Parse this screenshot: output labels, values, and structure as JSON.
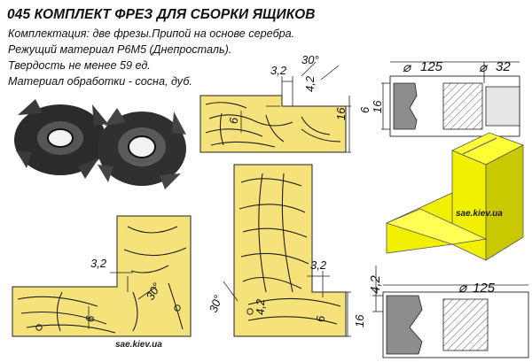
{
  "header": {
    "title": "045 КОМПЛЕКТ ФРЕЗ ДЛЯ СБОРКИ ЯЩИКОВ",
    "specs": [
      "Комплектация: две фрезы.Припой на основе серебра.",
      "Режущий материал Р6М5 (Днепросталь).",
      "Твердость не менее 59 ед.",
      "Материал обработки - сосна, дуб."
    ]
  },
  "dimensions": {
    "top_joint": {
      "width": "3,2",
      "angle": "30°",
      "depth": "4,2",
      "height": "16",
      "thickness": "6"
    },
    "top_cutter": {
      "diameter": "125",
      "bore": "32",
      "height": "16",
      "thickness": "6"
    },
    "left_joint": {
      "width": "3,2",
      "angle": "30°",
      "thickness": "6"
    },
    "center_joint": {
      "angle": "30°",
      "width": "3,2",
      "depth": "4,2",
      "thickness": "6",
      "height": "16"
    },
    "bottom_cutter": {
      "depth": "4,2",
      "diameter": "125"
    }
  },
  "watermarks": [
    "sae.kiev.ua",
    "sae.kiev.ua"
  ],
  "colors": {
    "wood": "#f6e27a",
    "block": "#f0f000",
    "metal": "#8d8d8d",
    "text": "#111111"
  }
}
